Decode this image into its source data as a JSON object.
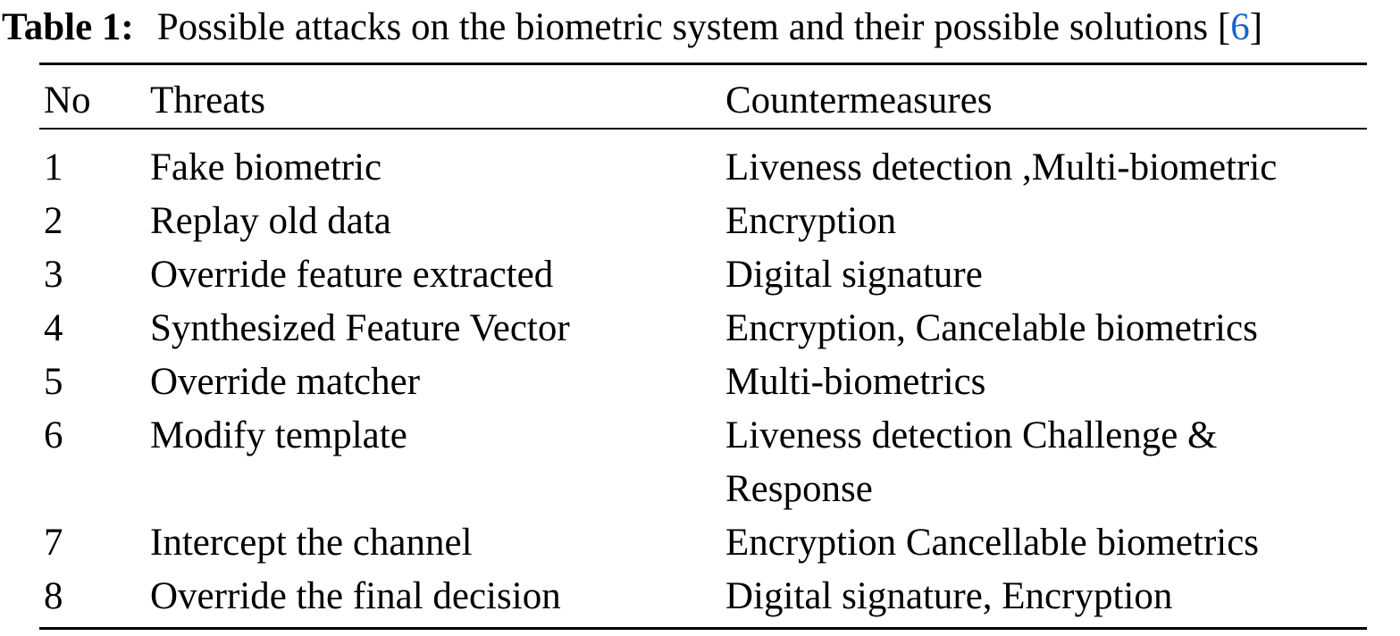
{
  "caption": {
    "label": "Table 1:",
    "text": "Possible attacks on the biometric system and their possible solutions",
    "citation_open": "[",
    "citation_number": "6",
    "citation_close": "]"
  },
  "colors": {
    "text": "#000000",
    "citation_link": "#1565c8"
  },
  "table": {
    "columns": [
      "No",
      "Threats",
      "Countermeasures"
    ],
    "rows": [
      {
        "no": "1",
        "threat": "Fake biometric",
        "countermeasure": "Liveness detection ,Multi-biometric"
      },
      {
        "no": "2",
        "threat": "Replay old data",
        "countermeasure": "Encryption"
      },
      {
        "no": "3",
        "threat": "Override feature extracted",
        "countermeasure": "Digital signature"
      },
      {
        "no": "4",
        "threat": "Synthesized Feature Vector",
        "countermeasure": "Encryption, Cancelable biometrics"
      },
      {
        "no": "5",
        "threat": "Override matcher",
        "countermeasure": "Multi-biometrics"
      },
      {
        "no": "6",
        "threat": "Modify template",
        "countermeasure": "Liveness detection Challenge & Response"
      },
      {
        "no": "7",
        "threat": "Intercept the channel",
        "countermeasure": "Encryption Cancellable biometrics"
      },
      {
        "no": "8",
        "threat": "Override the final decision",
        "countermeasure": "Digital signature, Encryption"
      }
    ]
  }
}
